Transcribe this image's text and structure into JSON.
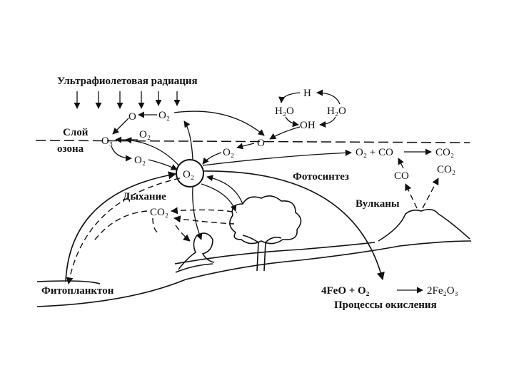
{
  "labels": {
    "uv": "Ультрафиолетовая радиация",
    "ozone_line1": "Слой",
    "ozone_line2": "озона",
    "photosynthesis": "Фотосинтез",
    "respiration": "Дыхание",
    "volcanoes": "Вулканы",
    "phytoplankton": "Фитопланктон",
    "oxidation": "Процессы окисления"
  },
  "formulas": {
    "o2_center": "O₂",
    "o_top": "O",
    "o2_top": "O₂",
    "o3": "O₃",
    "o2_mid": "O₂",
    "o2_low": "O₂",
    "o_rad": "O",
    "o2_right": "O₂",
    "h_plus": "H",
    "h2o_left": "H₂O",
    "h2o_right": "H₂O",
    "oh": "OH",
    "o2_plus_co": "O₂ + CO",
    "co2_right": "CO₂",
    "co_volcano": "CO",
    "co2_volcano": "CO₂",
    "co2_resp": "CO₂",
    "feo_eq": "4FeO + O₂",
    "fe2o3": "2Fe₂O₃"
  }
}
